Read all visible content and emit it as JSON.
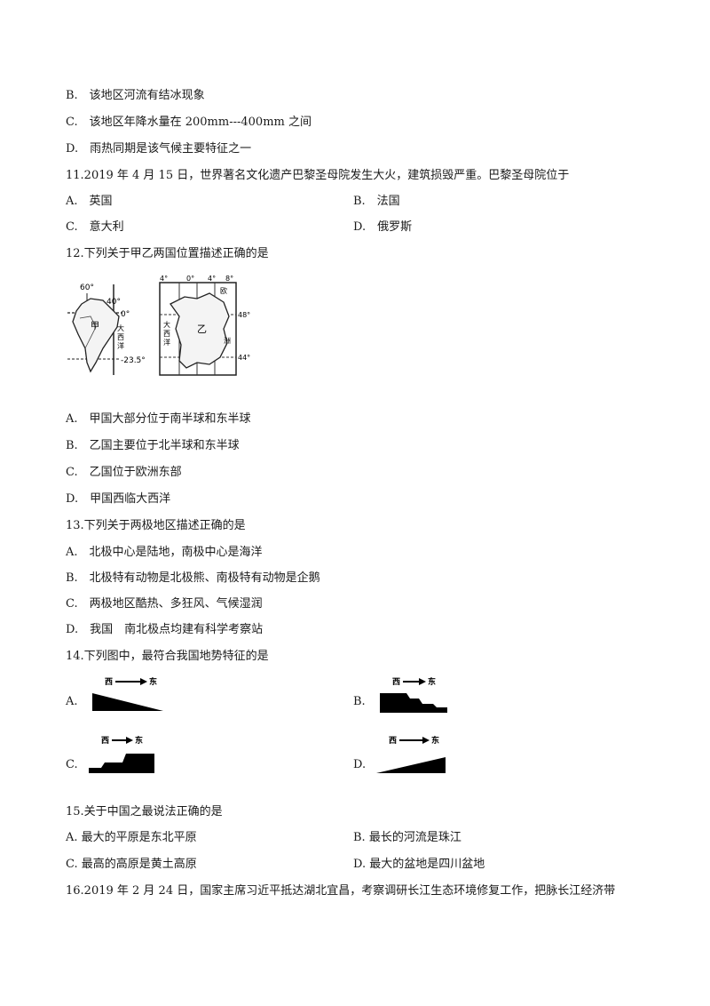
{
  "q10": {
    "B": "B.　该地区河流有结冰现象",
    "C": "C.　该地区年降水量在 200mm---400mm 之间",
    "D": "D.　雨热同期是该气候主要特征之一"
  },
  "q11": {
    "stem": "11.2019 年 4 月 15 日，世界著名文化遗产巴黎圣母院发生大火，建筑损毁严重。巴黎圣母院位于",
    "A": "A.　英国",
    "B": "B.　法国",
    "C": "C.　意大利",
    "D": "D.　俄罗斯"
  },
  "q12": {
    "stem": "12.下列关于甲乙两国位置描述正确的是",
    "map_left": {
      "lon_60": "60°",
      "lon_40": "40°",
      "lat_0": "0°",
      "lat_235": "-23.5°",
      "country": "甲",
      "ocean": [
        "大",
        "西",
        "洋"
      ]
    },
    "map_right": {
      "lon_4w": "4°",
      "lon_0": "0°",
      "lon_4e": "4°",
      "lon_8": "8°",
      "lat_48": "48°",
      "lat_44": "44°",
      "country": "乙",
      "ocean": [
        "大",
        "西",
        "洋"
      ],
      "europe": "欧",
      "sea": "洲"
    },
    "A": "A.　甲国大部分位于南半球和东半球",
    "B": "B.　乙国主要位于北半球和东半球",
    "C": "C.　乙国位于欧洲东部",
    "D": "D.　甲国西临大西洋"
  },
  "q13": {
    "stem": "13.下列关于两极地区描述正确的是",
    "A": "A.　北极中心是陆地，南极中心是海洋",
    "B": "B.　北极特有动物是北极熊、南极特有动物是企鹅",
    "C": "C.　两极地区酷热、多狂风、气候湿润",
    "D": "D.　我国　南北极点均建有科学考察站"
  },
  "q14": {
    "stem": "14.下列图中，最符合我国地势特征的是",
    "A": "A.",
    "B": "B.",
    "C": "C.",
    "D": "D.",
    "west": "西",
    "east": "东"
  },
  "q15": {
    "stem": "15.关于中国之最说法正确的是",
    "A": "A. 最大的平原是东北平原",
    "B": "B. 最长的河流是珠江",
    "C": "C. 最高的高原是黄土高原",
    "D": "D. 最大的盆地是四川盆地"
  },
  "q16": {
    "stem": "16.2019 年 2 月 24 日，国家主席习近平抵达湖北宜昌，考察调研长江生态环境修复工作，把脉长江经济带"
  }
}
